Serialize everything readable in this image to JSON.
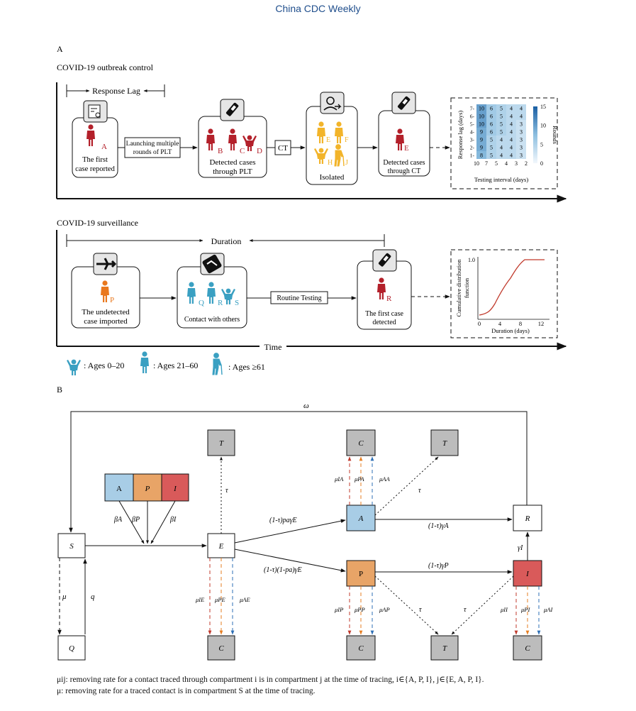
{
  "header": {
    "title": "China CDC Weekly"
  },
  "panelA": {
    "label": "A",
    "outbreak": {
      "heading": "COVID-19 outbreak control",
      "response_lag": "Response Lag",
      "box1": {
        "letter": "A",
        "line1": "The first",
        "line2": "case reported"
      },
      "arrow1": {
        "line1": "Launching multiple",
        "line2": "rounds of PLT"
      },
      "box2": {
        "letters": [
          "B",
          "C",
          "D"
        ],
        "line1": "Detected cases",
        "line2": "through PLT"
      },
      "ct_label": "CT",
      "box3": {
        "letters": [
          "E",
          "F",
          "H",
          "J"
        ],
        "line1": "Isolated"
      },
      "box4": {
        "letter": "E",
        "line1": "Detected cases",
        "line2": "through CT"
      },
      "heatmap": {
        "ylabel": "Response lag (days)",
        "xlabel": "Testing interval (days)",
        "yticks": [
          "7",
          "6",
          "5",
          "4",
          "3",
          "2",
          "1"
        ],
        "xticks": [
          "10",
          "7",
          "5",
          "4",
          "3",
          "2"
        ],
        "rows": [
          [
            "10",
            "6",
            "5",
            "4",
            "4"
          ],
          [
            "10",
            "6",
            "5",
            "4",
            "4"
          ],
          [
            "10",
            "6",
            "5",
            "4",
            "3"
          ],
          [
            "9",
            "6",
            "5",
            "4",
            "3"
          ],
          [
            "9",
            "5",
            "4",
            "4",
            "3"
          ],
          [
            "9",
            "5",
            "4",
            "4",
            "3"
          ],
          [
            "8",
            "5",
            "4",
            "4",
            "3"
          ]
        ],
        "colorbar_label": "Rounds",
        "colorbar_ticks": [
          "15",
          "10",
          "5",
          "0"
        ]
      }
    },
    "surveillance": {
      "heading": "COVID-19 surveillance",
      "duration": "Duration",
      "box1": {
        "letter": "P",
        "line1": "The undetected",
        "line2": "case imported"
      },
      "box2": {
        "letters": [
          "Q",
          "R",
          "S"
        ],
        "line1": "Contact with others"
      },
      "arrow": "Routine Testing",
      "box3": {
        "letter": "R",
        "line1": "The first case",
        "line2": "detected"
      },
      "time": "Time",
      "cdf": {
        "ylabel1": "Cumulative distribution",
        "ylabel2": "function",
        "ytick": "1.0",
        "xticks": [
          "0",
          "4",
          "8",
          "12"
        ],
        "xlabel": "Duration (days)"
      }
    },
    "legend": [
      {
        "label": ": Ages 0–20"
      },
      {
        "label": ": Ages 21–60"
      },
      {
        "label": ": Ages ≥61"
      }
    ]
  },
  "panelB": {
    "label": "B",
    "omega": "ω",
    "nodes": {
      "S": "S",
      "E": "E",
      "Q": "Q",
      "R": "R",
      "A": "A",
      "P": "P",
      "I": "I",
      "T": "T",
      "C": "C"
    },
    "source_box": [
      "A",
      "P",
      "I"
    ],
    "betas": {
      "A": "βA",
      "P": "βP",
      "I": "βI"
    },
    "edges": {
      "EA": "(1-τ)paγE",
      "EP": "(1-τ)(1-pa)γE",
      "AR": "(1-τ)γA",
      "PI": "(1-τ)γP",
      "IR": "γI",
      "tau": "τ",
      "mu": "μ",
      "q": "q"
    },
    "mu_labels": {
      "E": [
        "μIE",
        "μPE",
        "μAE"
      ],
      "A": [
        "μIA",
        "μPA",
        "μAA"
      ],
      "P": [
        "μIP",
        "μPP",
        "μAP"
      ],
      "I": [
        "μII",
        "μPI",
        "μAI"
      ]
    }
  },
  "footnotes": {
    "line1": "μij: removing rate for a contact traced through compartment i is in compartment j at the time of tracing, i∈{A, P, I}, j∈{E, A, P, I}.",
    "line2": "μ: removing rate for a traced contact is in compartment S at the time of tracing."
  },
  "colors": {
    "header": "#1f4e8c",
    "red": "#b3202a",
    "yellow": "#f2b42a",
    "orange": "#e9781e",
    "teal": "#3aa0c2",
    "A_fill": "#a8cde6",
    "P_fill": "#e8a467",
    "I_fill": "#d95a5a",
    "gray": "#bcbcbc",
    "red_arrow": "#c0392b",
    "orange_arrow": "#e67e22",
    "blue_arrow": "#2e6fb5"
  }
}
